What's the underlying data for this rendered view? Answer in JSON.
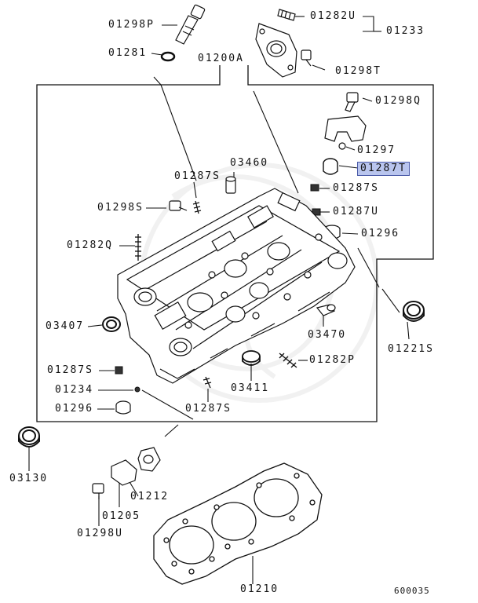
{
  "parts": {
    "p01298P": "01298P",
    "p01281": "01281",
    "p01282U": "01282U",
    "p01233": "01233",
    "p01200A": "01200A",
    "p01298T": "01298T",
    "p01298Q": "01298Q",
    "p01297": "01297",
    "p01287T": "01287T",
    "p03460": "03460",
    "p01287S_a": "01287S",
    "p01287S_b": "01287S",
    "p01298S": "01298S",
    "p01287U": "01287U",
    "p01296_a": "01296",
    "p01282Q": "01282Q",
    "p03407": "03407",
    "p03470": "03470",
    "p01221S": "01221S",
    "p01287S_c": "01287S",
    "p01282P": "01282P",
    "p01234": "01234",
    "p03411": "03411",
    "p01296_b": "01296",
    "p01287S_d": "01287S",
    "p03130": "03130",
    "p01212": "01212",
    "p01205": "01205",
    "p01298U": "01298U",
    "p01210": "01210"
  },
  "diagram_code": "600035",
  "highlight_color": "#b9c5ee"
}
